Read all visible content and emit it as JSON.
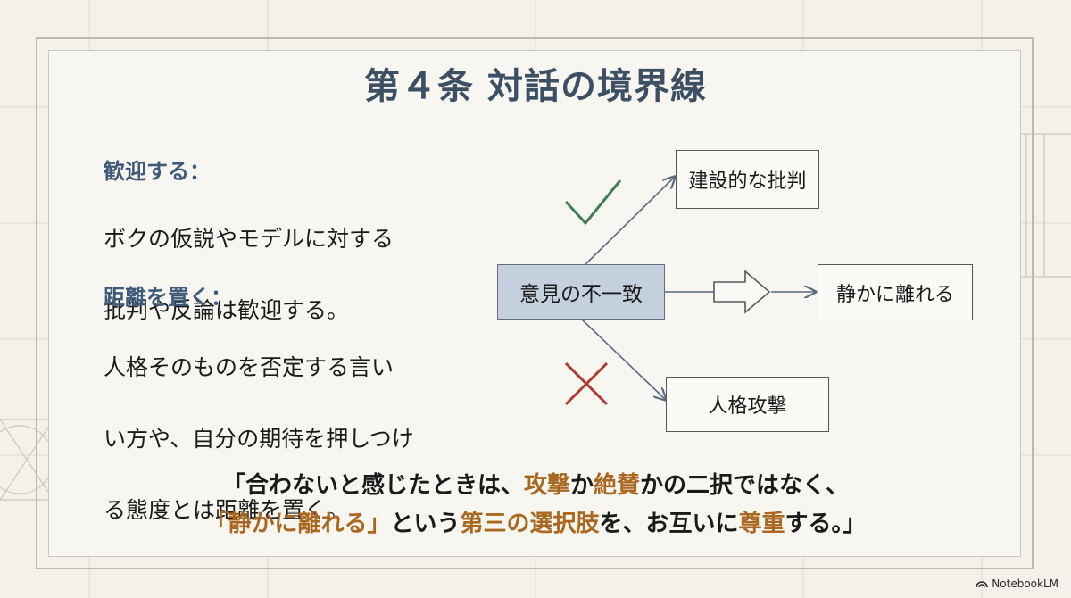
{
  "title": "第４条 対話の境界線",
  "sections": [
    {
      "heading": "歓迎する：",
      "lines": [
        "ボクの仮説やモデルに対する",
        "批判や反論は歓迎する。"
      ]
    },
    {
      "heading": "距離を置く：",
      "lines": [
        "人格そのものを否定する言い",
        "い方や、自分の期待を押しつけ",
        "る態度とは距離を置く。"
      ]
    }
  ],
  "diagram": {
    "center": "意見の不一致",
    "top": "建設的な批判",
    "right": "静かに離れる",
    "bottom": "人格攻撃",
    "check_icon": "check-icon",
    "cross_icon": "cross-icon",
    "colors": {
      "check": "#3f7d55",
      "cross": "#b03a33",
      "center_fill": "#c4d0dd",
      "arrow": "#5c6a80"
    }
  },
  "quote": {
    "line1": [
      {
        "text": "「合わないと感じたときは、",
        "hl": false
      },
      {
        "text": "攻撃",
        "hl": true
      },
      {
        "text": "か",
        "hl": false
      },
      {
        "text": "絶賛",
        "hl": true
      },
      {
        "text": "かの二択ではなく、",
        "hl": false
      }
    ],
    "line2": [
      {
        "text": "「静かに離れる」",
        "hl": true
      },
      {
        "text": "という",
        "hl": false
      },
      {
        "text": "第三の選択肢",
        "hl": true
      },
      {
        "text": "を、お互いに",
        "hl": false
      },
      {
        "text": "尊重",
        "hl": true
      },
      {
        "text": "する。」",
        "hl": false
      }
    ],
    "highlight_color": "#a9671f"
  },
  "brand": "NotebookLM"
}
